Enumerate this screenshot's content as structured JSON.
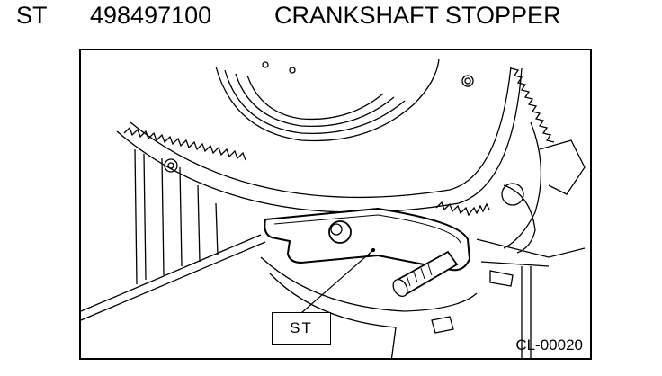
{
  "header": {
    "code": "ST",
    "part_number": "498497100",
    "tool_name": "CRANKSHAFT STOPPER"
  },
  "figure": {
    "callout_label": "ST",
    "figure_id": "CL-00020"
  }
}
